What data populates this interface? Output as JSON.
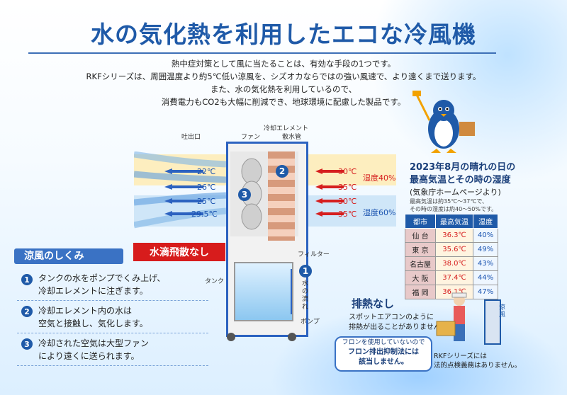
{
  "title": "水の気化熱を利用したエコな冷風機",
  "intro": [
    "熱中症対策として風に当たることは、有効な手段の1つです。",
    "RKFシリーズは、周囲温度より約5℃低い涼風を、シズオカならではの強い風速で、より遠くまで送ります。",
    "また、水の気化熱を利用しているので、",
    "消費電力もCO2も大幅に削減でき、地球環境に配慮した製品です。"
  ],
  "diagram": {
    "labels": {
      "outlet": "吐出口",
      "fan": "ファン",
      "element": "冷却エレメント",
      "sprinkler": "散水管",
      "filter": "フィルター",
      "tank": "タンク",
      "pump": "ポンプ",
      "water_flow": "水の流れ"
    },
    "out_temps": [
      "22℃",
      "26℃",
      "25℃",
      "29.5℃"
    ],
    "in_temps": [
      "30℃",
      "35℃",
      "30℃",
      "35℃"
    ],
    "humidity_top": "湿度40%",
    "humidity_bottom": "湿度60%",
    "no_drip": "水滴飛散なし",
    "badges": [
      "1",
      "2",
      "3"
    ]
  },
  "mechanism": {
    "heading": "涼風のしくみ",
    "steps": [
      {
        "num": "1",
        "lines": [
          "タンクの水をポンプでくみ上げ、",
          "冷却エレメントに注ぎます。"
        ]
      },
      {
        "num": "2",
        "lines": [
          "冷却エレメント内の水は",
          "空気と接触し、気化します。"
        ]
      },
      {
        "num": "3",
        "lines": [
          "冷却された空気は大型ファン",
          "により遠くに送られます。"
        ]
      }
    ]
  },
  "weather": {
    "title_lines": [
      "2023年8月の晴れの日の",
      "最高気温とその時の湿度"
    ],
    "source": "(気象庁ホームページより)",
    "note_lines": [
      "最高気温は約35℃〜37℃で、",
      "その時の湿度は約40〜50%です。"
    ],
    "headers": [
      "都市",
      "最高気温",
      "湿度"
    ],
    "rows": [
      {
        "city": "仙 台",
        "temp": "36.3℃",
        "hum": "40%"
      },
      {
        "city": "東 京",
        "temp": "35.6℃",
        "hum": "49%"
      },
      {
        "city": "名古屋",
        "temp": "38.0℃",
        "hum": "43%"
      },
      {
        "city": "大 阪",
        "temp": "37.4℃",
        "hum": "44%"
      },
      {
        "city": "福 岡",
        "temp": "36.1℃",
        "hum": "47%"
      }
    ]
  },
  "exhaust": {
    "title": "排熱なし",
    "text_lines": [
      "スポットエアコンのように",
      "排熱が出ることがありません。"
    ],
    "freon_lines": [
      "フロンを使用していないので",
      "フロン排出抑制法には",
      "該当しません。"
    ],
    "legal_lines": [
      "RKFシリーズには",
      "法的点検義務はありません。"
    ],
    "cool_tag": "涼風"
  },
  "colors": {
    "accent": "#1f5aa8",
    "hot": "#d61f1f",
    "cold": "#1a53b0"
  }
}
